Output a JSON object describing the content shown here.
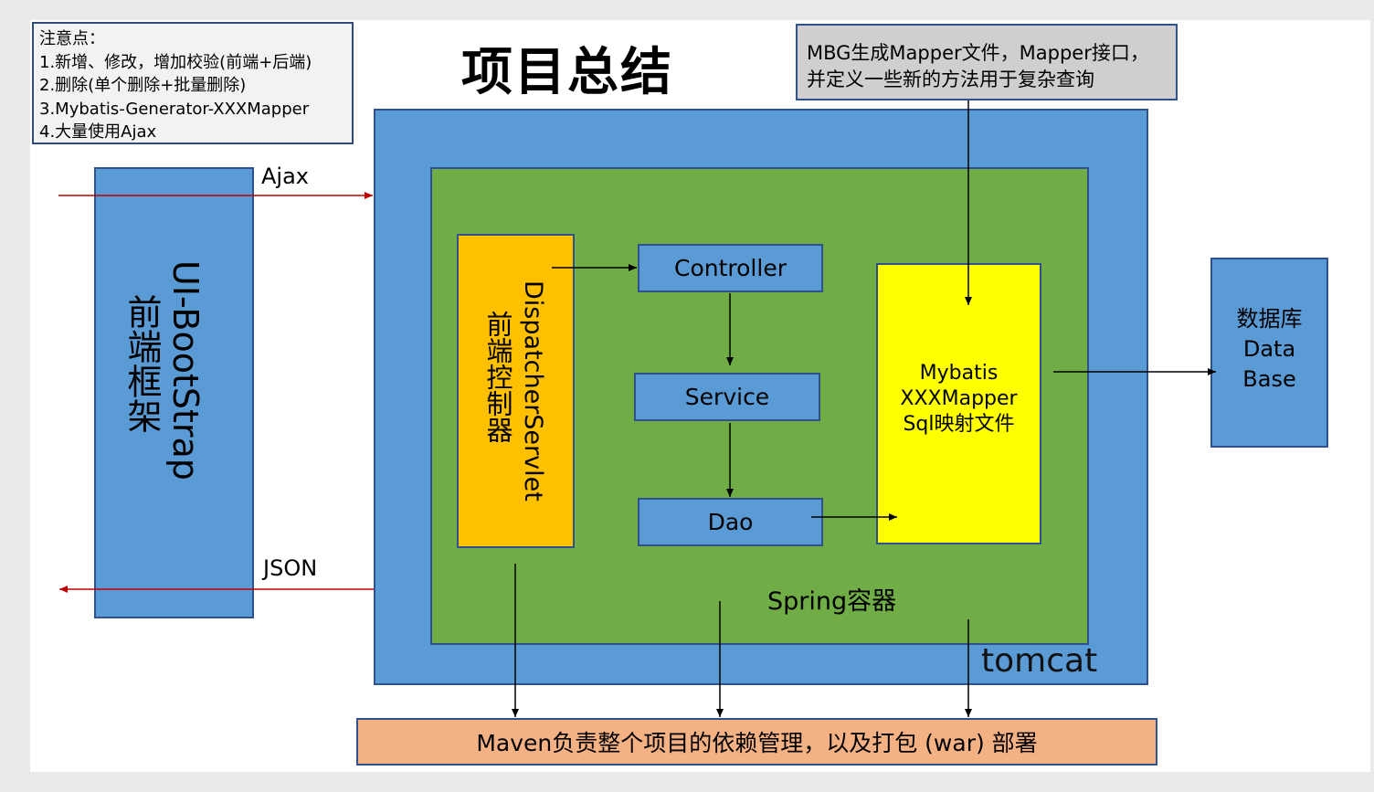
{
  "notes": {
    "lines": [
      "注意点：",
      "1.新增、修改，增加校验(前端+后端)",
      "2.删除(单个删除+批量删除)",
      "3.Mybatis-Generator-XXXMapper",
      "4.大量使用Ajax"
    ]
  },
  "title": "项目总结",
  "mbg": {
    "line1": "MBG生成Mapper文件，Mapper接口，",
    "line2": "并定义一些新的方法用于复杂查询"
  },
  "ui_box": {
    "label_cn": "前端框架",
    "label_en": "UI-BootStrap"
  },
  "arrows": {
    "ajax": "Ajax",
    "json": "JSON",
    "color": "#c00000"
  },
  "tomcat": {
    "label": "tomcat"
  },
  "spring": {
    "label": "Spring容器"
  },
  "dispatcher": {
    "label_cn": "前端控制器",
    "label_en": "DispatcherServlet"
  },
  "layers": {
    "controller": "Controller",
    "service": "Service",
    "dao": "Dao"
  },
  "mybatis": {
    "line1": "Mybatis",
    "line2": "XXXMapper",
    "line3": "Sql映射文件"
  },
  "database": {
    "line1": "数据库",
    "line2": "Data",
    "line3": "Base"
  },
  "maven": {
    "label": "Maven负责整个项目的依赖管理，以及打包 (war) 部署"
  },
  "colors": {
    "blue_box": "#5b9bd5",
    "spring_green": "#70ad47",
    "dispatcher_orange": "#ffc000",
    "mybatis_yellow": "#ffff00",
    "maven_peach": "#f4b183",
    "note_gray": "#f2f2f2",
    "mbg_gray": "#d0cece"
  }
}
